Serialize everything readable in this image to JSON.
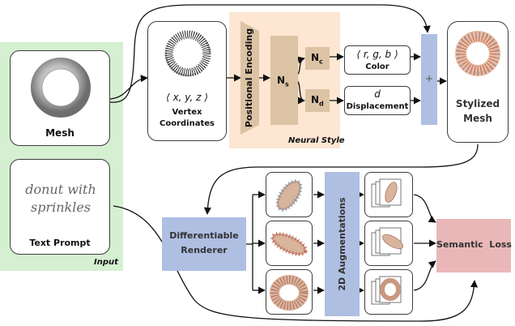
{
  "input_panel": {
    "caption": "Input",
    "mesh_label": "Mesh",
    "text_prompt_value": "donut with sprinkles",
    "text_prompt_label": "Text Prompt"
  },
  "vertex": {
    "coords": "⟨ x, y, z ⟩",
    "label_line1": "Vertex",
    "label_line2": "Coordinates"
  },
  "neural_style": {
    "caption": "Neural Style",
    "positional_encoding": "Positional Encoding",
    "ns_main": "N",
    "ns_sub": "s",
    "nc_main": "N",
    "nc_sub": "c",
    "nd_main": "N",
    "nd_sub": "d"
  },
  "outputs": {
    "color_value": "⟨ r, g, b ⟩",
    "color_label": "Color",
    "disp_value": "d",
    "disp_label": "Displacement",
    "plus": "+"
  },
  "stylized": {
    "label_line1": "Stylized",
    "label_line2": "Mesh"
  },
  "renderer": {
    "label_line1": "Differentiable",
    "label_line2": "Renderer"
  },
  "augmentations": {
    "label": "2D Augmentations"
  },
  "loss": {
    "label": "Semantic  Loss"
  },
  "colors": {
    "input_panel": "#d5efd1",
    "neural_style_panel": "#fde6d2",
    "network_block": "#dcc3a4",
    "blue_block": "#aebfe2",
    "loss_block": "#eab7b9"
  }
}
